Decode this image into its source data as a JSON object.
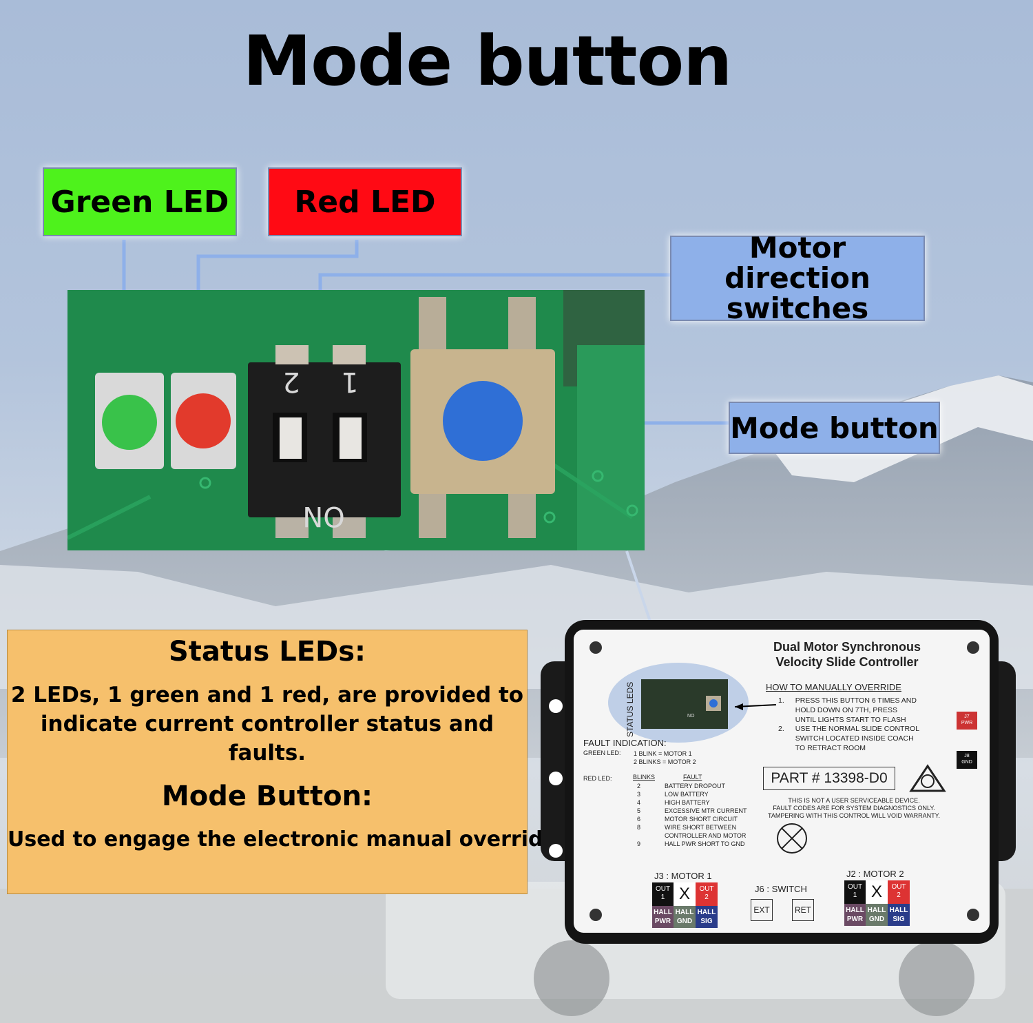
{
  "title": "Mode button",
  "callouts": {
    "green_led": "Green LED",
    "red_led": "Red LED",
    "motor_direction_line1": "Motor direction",
    "motor_direction_line2": "switches",
    "mode_button": "Mode button"
  },
  "board": {
    "dip_numbers": [
      "2",
      "1"
    ],
    "dip_on": "ON"
  },
  "info": {
    "status_heading": "Status LEDs:",
    "status_line1": "2 LEDs, 1 green and 1 red, are provided to",
    "status_line2": "indicate current controller status and faults.",
    "mode_heading": "Mode Button:",
    "mode_text": "Used to engage the electronic manual override."
  },
  "controller": {
    "name_line1": "Dual Motor Synchronous",
    "name_line2": "Velocity Slide Controller",
    "status_leds": "STATUS LEDS",
    "override_heading": "HOW TO MANUALLY OVERRIDE",
    "override_steps": [
      {
        "num": "1.",
        "lines": [
          "PRESS THIS BUTTON 6 TIMES AND",
          "HOLD DOWN ON 7TH, PRESS",
          "UNTIL LIGHTS START TO FLASH"
        ]
      },
      {
        "num": "2.",
        "lines": [
          "USE THE NORMAL SLIDE CONTROL",
          "SWITCH LOCATED INSIDE COACH",
          "TO RETRACT ROOM"
        ]
      }
    ],
    "fault_heading": "FAULT INDICATION:",
    "green_led_label": "GREEN LED:",
    "green_codes": [
      "1 BLINK  =  MOTOR 1",
      "2 BLINKS  =  MOTOR 2"
    ],
    "red_led_label": "RED LED:",
    "blinks_header": "BLINKS",
    "fault_header": "FAULT",
    "red_codes": [
      {
        "blinks": "2",
        "fault": "BATTERY DROPOUT"
      },
      {
        "blinks": "3",
        "fault": "LOW BATTERY"
      },
      {
        "blinks": "4",
        "fault": "HIGH BATTERY"
      },
      {
        "blinks": "5",
        "fault": "EXCESSIVE MTR CURRENT"
      },
      {
        "blinks": "6",
        "fault": "MOTOR SHORT CIRCUIT"
      },
      {
        "blinks": "8",
        "fault": "WIRE SHORT BETWEEN"
      },
      {
        "blinks": "",
        "fault": "CONTROLLER AND MOTOR"
      },
      {
        "blinks": "9",
        "fault": "HALL PWR SHORT TO GND"
      }
    ],
    "part_number": "PART # 13398-D0",
    "warning_lines": [
      "THIS IS NOT A USER SERVICEABLE DEVICE.",
      "FAULT CODES ARE FOR SYSTEM DIAGNOSTICS ONLY.",
      "TAMPERING  WITH THIS CONTROL WILL VOID WARRANTY."
    ],
    "j7_line1": "J7",
    "j7_line2": "PWR",
    "j8_line1": "J8",
    "j8_line2": "GND",
    "j3_label": "J3 : MOTOR 1",
    "j2_label": "J2 : MOTOR 2",
    "j6_label": "J6 : SWITCH",
    "ext": "EXT",
    "ret": "RET",
    "out1_a": "OUT",
    "out1_b": "1",
    "out2_a": "OUT",
    "out2_b": "2",
    "x": "X",
    "hall_pwr_a": "HALL",
    "hall_pwr_b": "PWR",
    "hall_gnd_a": "HALL",
    "hall_gnd_b": "GND",
    "hall_sig_a": "HALL",
    "hall_sig_b": "SIG",
    "mini_on": "NO"
  },
  "colors": {
    "green_callout": "#4ef21c",
    "red_callout": "#ff0a14",
    "blue_callout": "#8eb0e9",
    "info_panel": "#f6c06c",
    "pcb": "#1f8a4c"
  }
}
